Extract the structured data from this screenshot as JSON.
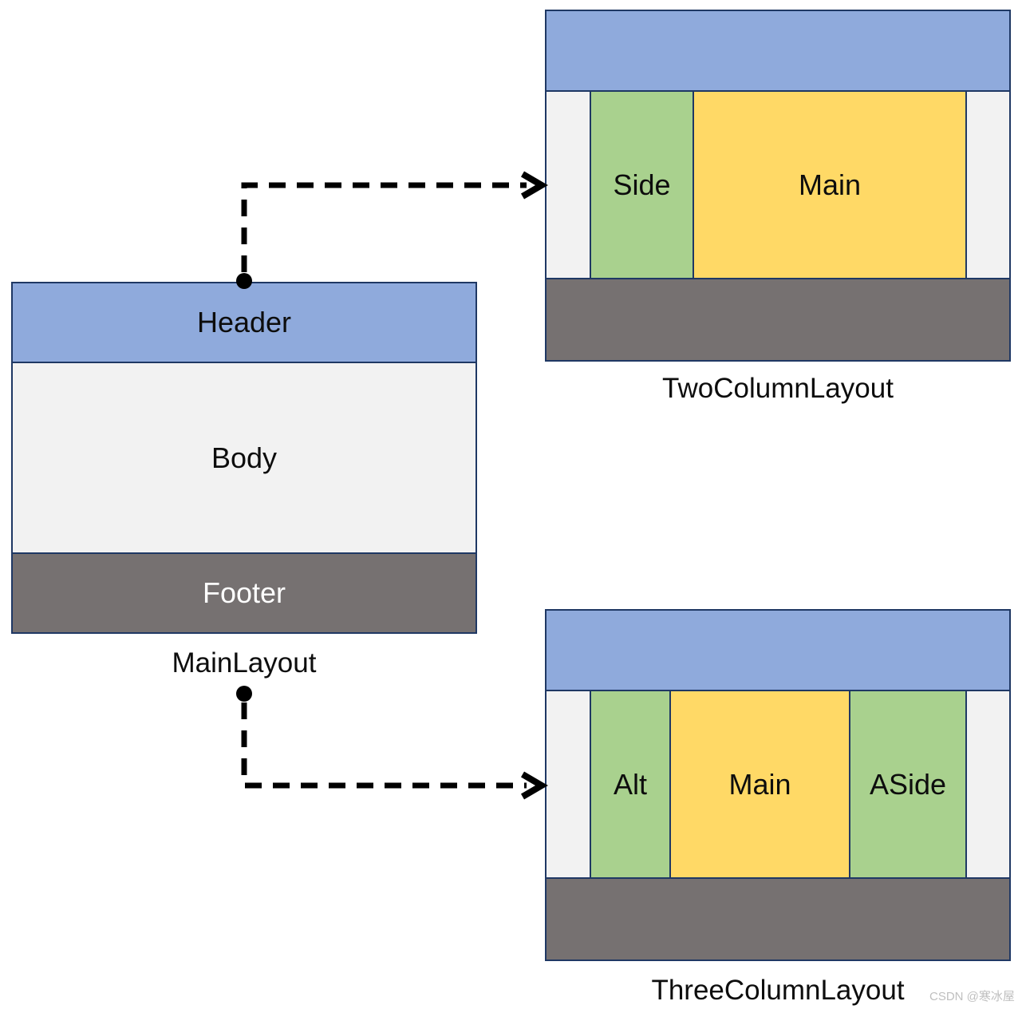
{
  "colors": {
    "header_blue": "#8FAADC",
    "body_gray": "#F2F2F2",
    "footer_gray": "#767171",
    "column_green": "#A9D18E",
    "column_yellow": "#FFD966",
    "border_navy": "#1F3864",
    "label_black": "#0d0d0d",
    "footer_text_white": "#ffffff",
    "connector_black": "#000000",
    "watermark_gray": "#BFBFBF"
  },
  "main_layout": {
    "header_label": "Header",
    "body_label": "Body",
    "footer_label": "Footer",
    "caption": "MainLayout"
  },
  "two_column_layout": {
    "side_label": "Side",
    "main_label": "Main",
    "caption": "TwoColumnLayout"
  },
  "three_column_layout": {
    "alt_label": "Alt",
    "main_label": "Main",
    "aside_label": "ASide",
    "caption": "ThreeColumnLayout"
  },
  "watermark": "CSDN @寒冰屋"
}
